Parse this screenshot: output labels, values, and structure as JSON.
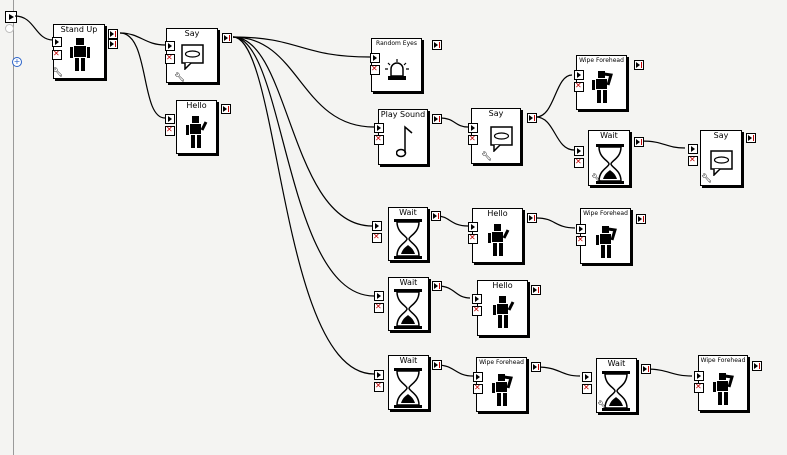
{
  "boxes": {
    "standup": {
      "title": "Stand Up",
      "icon": "robot-standing-icon"
    },
    "say1": {
      "title": "Say",
      "icon": "speech-bubble-icon"
    },
    "hello1": {
      "title": "Hello",
      "icon": "robot-waving-icon"
    },
    "randomeyes": {
      "title": "Random Eyes",
      "icon": "siren-light-icon"
    },
    "playsound": {
      "title": "Play Sound",
      "icon": "music-note-icon"
    },
    "say2": {
      "title": "Say",
      "icon": "speech-bubble-icon"
    },
    "wipe1": {
      "title": "Wipe Forehead",
      "icon": "robot-wiping-icon"
    },
    "wait1": {
      "title": "Wait",
      "icon": "hourglass-icon"
    },
    "say3": {
      "title": "Say",
      "icon": "speech-bubble-icon"
    },
    "wait2": {
      "title": "Wait",
      "icon": "hourglass-icon"
    },
    "hello2": {
      "title": "Hello",
      "icon": "robot-waving-icon"
    },
    "wipe2": {
      "title": "Wipe Forehead",
      "icon": "robot-wiping-icon"
    },
    "wait3": {
      "title": "Wait",
      "icon": "hourglass-icon"
    },
    "hello3": {
      "title": "Hello",
      "icon": "robot-waving-icon"
    },
    "wait4": {
      "title": "Wait",
      "icon": "hourglass-icon"
    },
    "wipe3": {
      "title": "Wipe Forehead",
      "icon": "robot-wiping-icon"
    },
    "wait5": {
      "title": "Wait",
      "icon": "hourglass-icon"
    },
    "wipe4": {
      "title": "Wipe Forehead",
      "icon": "robot-wiping-icon"
    }
  }
}
